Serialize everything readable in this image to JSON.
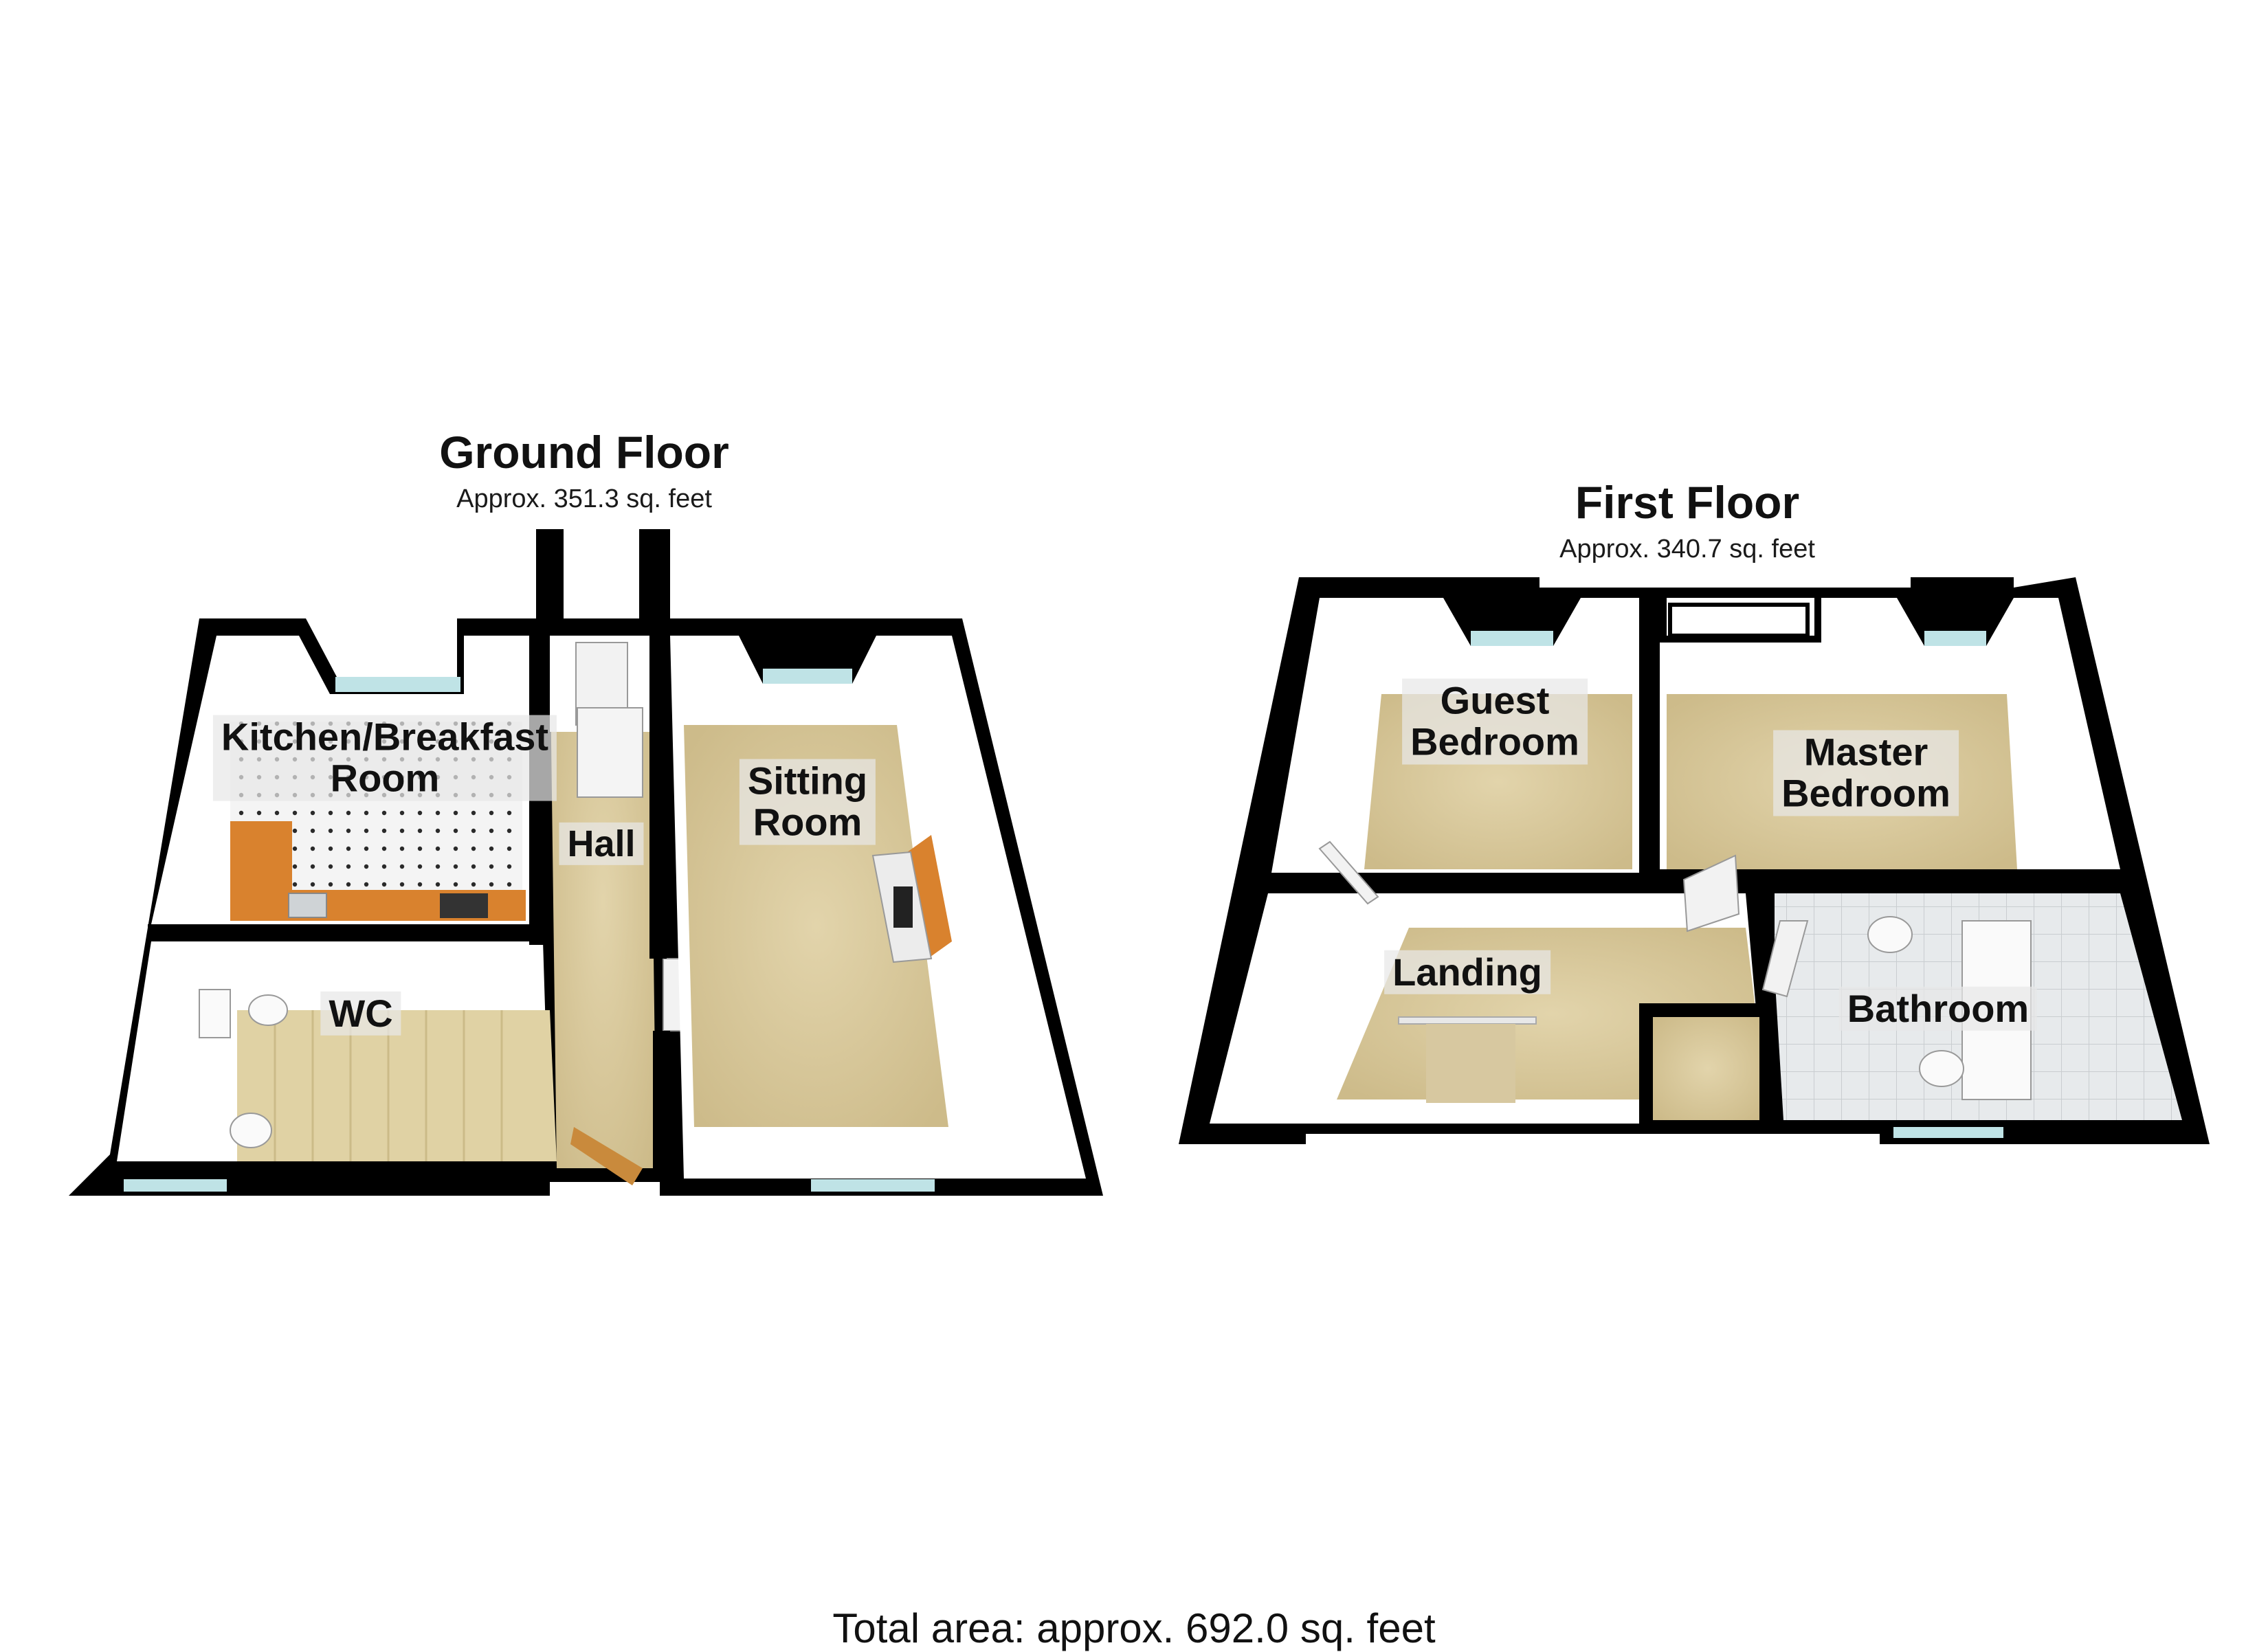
{
  "ground_floor": {
    "title": "Ground Floor",
    "area": "Approx. 351.3 sq. feet",
    "rooms": {
      "kitchen": [
        "Kitchen/Breakfast",
        "Room"
      ],
      "hall": [
        "Hall"
      ],
      "sitting": [
        "Sitting",
        "Room"
      ],
      "wc": [
        "WC"
      ]
    }
  },
  "first_floor": {
    "title": "First Floor",
    "area": "Approx. 340.7 sq. feet",
    "rooms": {
      "guest": [
        "Guest",
        "Bedroom"
      ],
      "master": [
        "Master",
        "Bedroom"
      ],
      "landing": [
        "Landing"
      ],
      "bathroom": [
        "Bathroom"
      ]
    }
  },
  "total_area": "Total area: approx. 692.0 sq. feet",
  "colors": {
    "wall": "#000000",
    "wall_interior": "#ffffff",
    "carpet": "#d6c69a",
    "carpet_dark": "#bfae7f",
    "tile": "#e4e7ea",
    "worktop": "#d9822e",
    "window": "#bfe3e6",
    "door": "#f2f2f2"
  }
}
